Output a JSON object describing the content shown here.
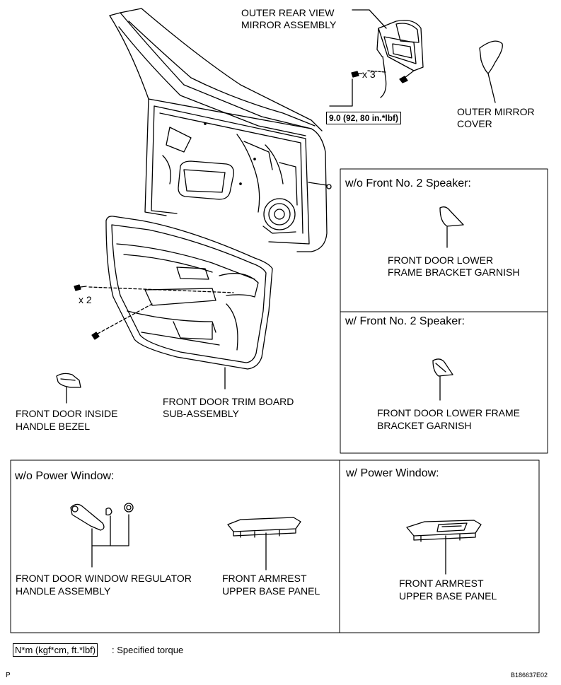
{
  "labels": {
    "outer_mirror_assembly": [
      "OUTER REAR VIEW",
      "MIRROR ASSEMBLY"
    ],
    "outer_mirror_cover": [
      "OUTER MIRROR",
      "COVER"
    ],
    "torque_value": "9.0 (92, 80 in.*lbf)",
    "mirror_screw_qty": "x 3",
    "trim_screw_qty": "x 2",
    "trim_board": [
      "FRONT DOOR TRIM BOARD",
      "SUB-ASSEMBLY"
    ],
    "inside_handle_bezel": [
      "FRONT DOOR INSIDE",
      "HANDLE BEZEL"
    ]
  },
  "speaker_panels": {
    "without": {
      "title": "w/o Front No. 2 Speaker:",
      "part": [
        "FRONT DOOR LOWER",
        "FRAME BRACKET GARNISH"
      ]
    },
    "with": {
      "title": "w/ Front No. 2 Speaker:",
      "part": [
        "FRONT DOOR LOWER FRAME",
        "BRACKET GARNISH"
      ]
    }
  },
  "window_panels": {
    "without": {
      "title": "w/o Power Window:",
      "regulator": [
        "FRONT DOOR WINDOW REGULATOR",
        "HANDLE ASSEMBLY"
      ],
      "armrest": [
        "FRONT ARMREST",
        "UPPER BASE PANEL"
      ]
    },
    "with": {
      "title": "w/ Power Window:",
      "armrest": [
        "FRONT ARMREST",
        "UPPER BASE PANEL"
      ]
    }
  },
  "legend": {
    "key": "N*m (kgf*cm, ft.*lbf)",
    "text": ": Specified torque"
  },
  "footer": {
    "left_mark": "P",
    "figure_id": "B186637E02"
  }
}
